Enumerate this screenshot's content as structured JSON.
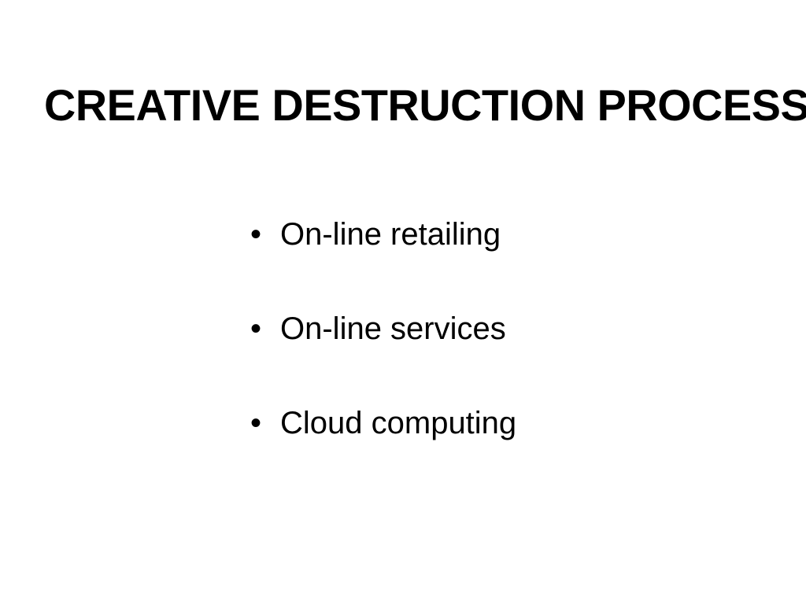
{
  "slide": {
    "background_color": "#ffffff",
    "text_color": "#000000",
    "title": "CREATIVE DESTRUCTION PROCESSES",
    "bullet_marker": "•",
    "bullets": [
      {
        "text": "On-line retailing"
      },
      {
        "text": "On-line services"
      },
      {
        "text": "Cloud computing"
      }
    ]
  }
}
